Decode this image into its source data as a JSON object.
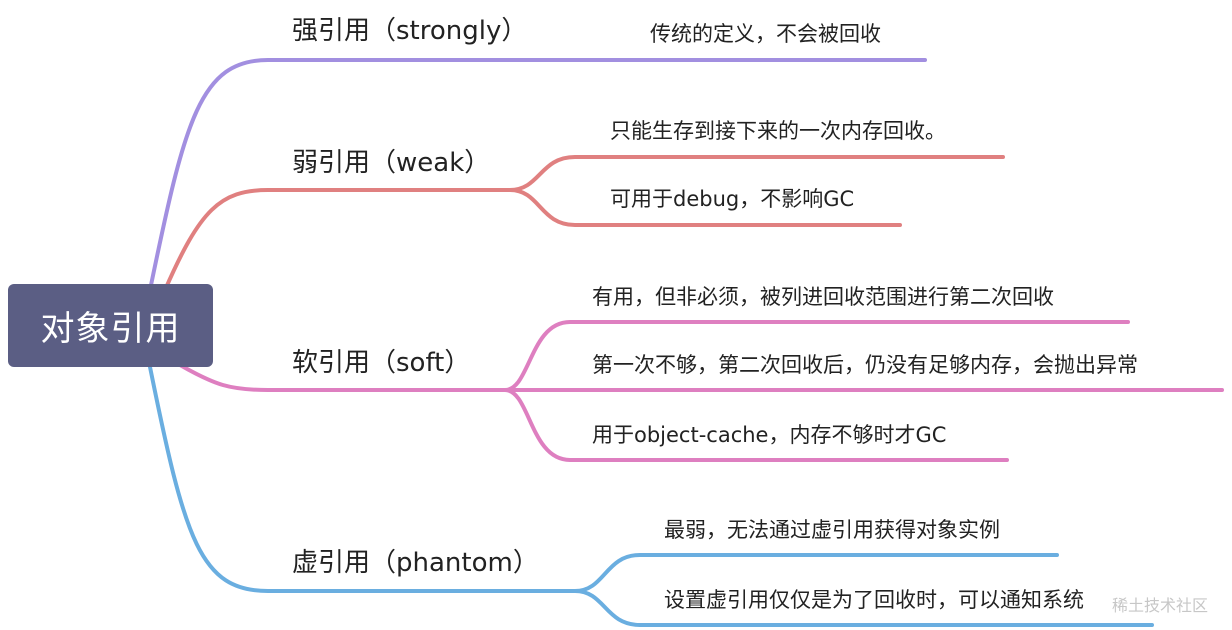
{
  "root": {
    "label": "对象引用",
    "color": "#5b5e84"
  },
  "branches": [
    {
      "id": "strong",
      "label": "强引用（strongly）",
      "color": "#a28fe0",
      "leaves": [
        "传统的定义，不会被回收"
      ]
    },
    {
      "id": "weak",
      "label": "弱引用（weak）",
      "color": "#e08080",
      "leaves": [
        "只能生存到接下来的一次内存回收。",
        "可用于debug，不影响GC"
      ]
    },
    {
      "id": "soft",
      "label": "软引用（soft）",
      "color": "#de7fc0",
      "leaves": [
        "有用，但非必须，被列进回收范围进行第二次回收",
        "第一次不够，第二次回收后，仍没有足够内存，会抛出异常",
        "用于object-cache，内存不够时才GC"
      ]
    },
    {
      "id": "phantom",
      "label": "虚引用（phantom）",
      "color": "#6aaee0",
      "leaves": [
        "最弱，无法通过虚引用获得对象实例",
        "设置虚引用仅仅是为了回收时，可以通知系统"
      ]
    }
  ],
  "watermark": "稀土技术社区"
}
